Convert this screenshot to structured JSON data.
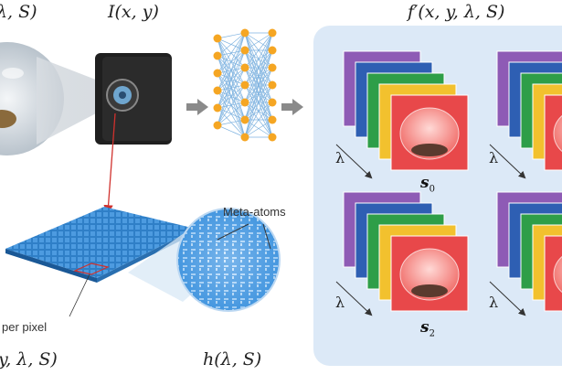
{
  "equations": {
    "top_left": "λ, S)",
    "intensity": "I(x, y)",
    "output": "f′(x, y, λ, S)",
    "bottom_left": "y, λ, S)",
    "response": "h(λ, S)"
  },
  "labels": {
    "meta_atoms": "Meta-atoms",
    "super_pixel": "per pixel",
    "lambda": "λ",
    "s0": "s",
    "s0_sub": "0",
    "s2": "s",
    "s2_sub": "2"
  },
  "colors": {
    "panel_bg": "#dce9f7",
    "arrow": "#8a8a8a",
    "node": "#f5a623",
    "edge": "#7fb3e0",
    "metasurface": "#2f7fc7",
    "red_line": "#d0312d"
  },
  "spectral_stack_colors": [
    "#8e5bb5",
    "#2e5fb3",
    "#2e9e48",
    "#f2c12e",
    "#e8484a"
  ]
}
